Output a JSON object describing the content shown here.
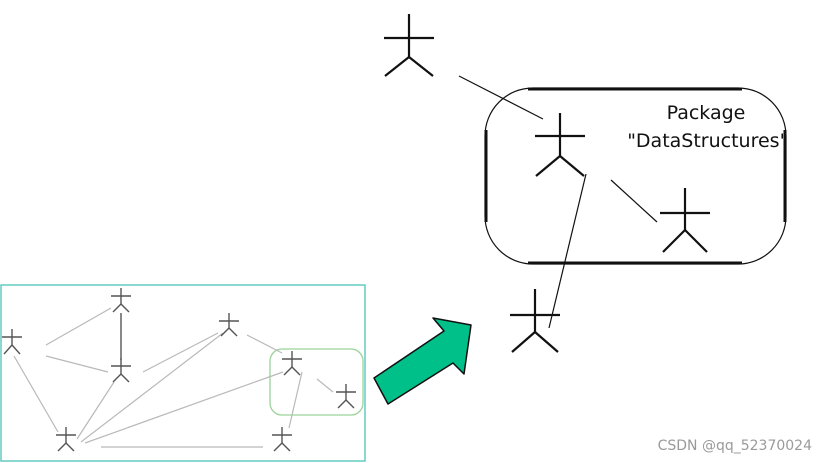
{
  "package": {
    "label_line1": "Package",
    "label_line2": "\"DataStructures'"
  },
  "watermark": "CSDN @qq_52370024",
  "colors": {
    "background": "#ffffff",
    "figure_stroke": "#111111",
    "thumbnail_border": "#3bbdb5",
    "thumbnail_package": "#9ad39a",
    "thumbnail_stroke": "#555555",
    "thumbnail_edge": "#b9b9b9",
    "arrow_fill": "#00c08a",
    "arrow_stroke": "#111111"
  }
}
